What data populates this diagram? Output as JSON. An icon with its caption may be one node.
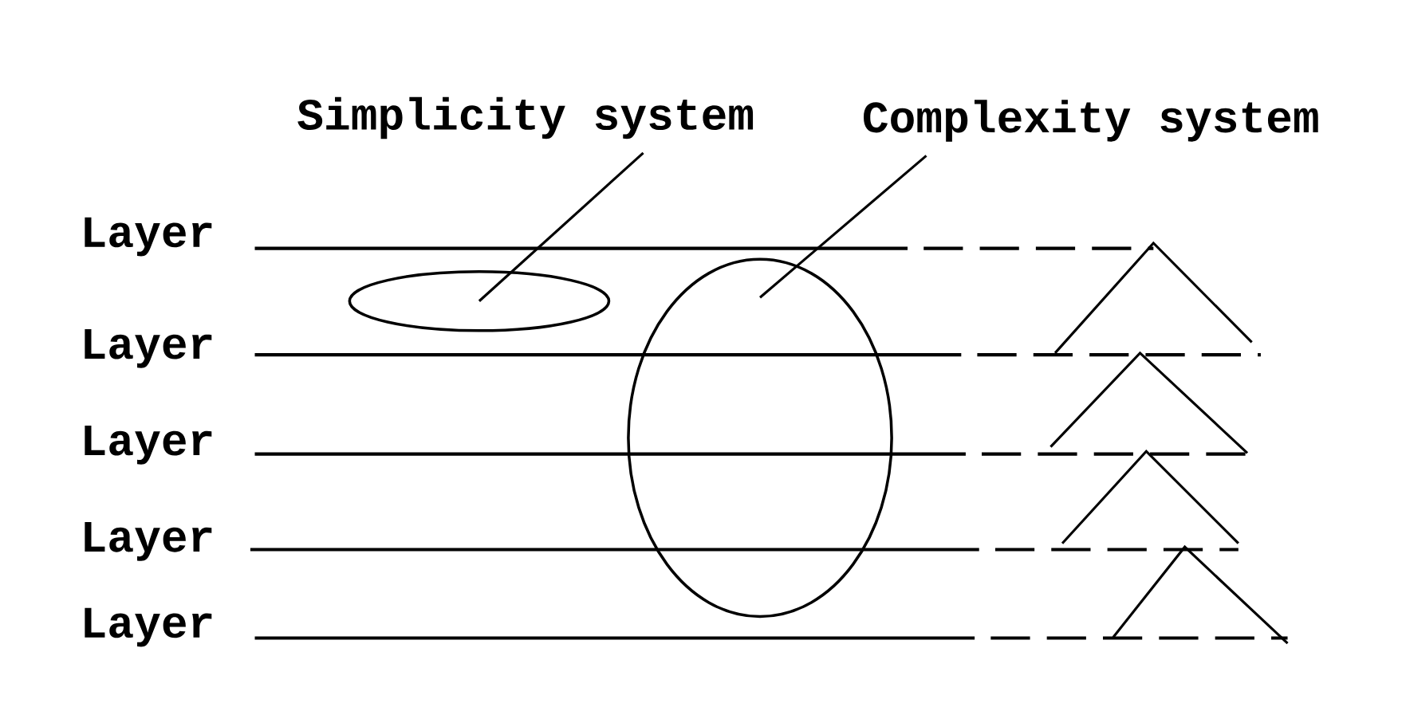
{
  "diagram": {
    "nodes": [
      {
        "text": [
          "Simplicity system"
        ]
      },
      {
        "text": [
          "Complexity system"
        ]
      },
      {
        "text": [],
        "shape": "ellipse"
      },
      {
        "text": [],
        "shape": "ellipse"
      }
    ],
    "edges": [
      {
        "from": 0,
        "to": 2,
        "arrow": "none"
      },
      {
        "from": 1,
        "to": 3,
        "arrow": "none"
      }
    ],
    "labels": [
      "Layer",
      "Layer",
      "Layer",
      "Layer",
      "Layer"
    ]
  }
}
